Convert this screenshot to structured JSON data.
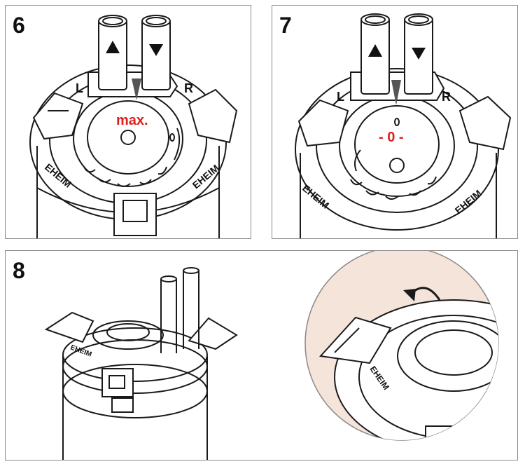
{
  "colors": {
    "marker_red": "#e0201c",
    "zoom_bg": "#f5e4da",
    "line": "#1a1a1a"
  },
  "panel6": {
    "step": "6",
    "label_left": "L",
    "label_right": "R",
    "dial_text": "max.",
    "brand_left": "EHEIM",
    "brand_right": "EHEIM"
  },
  "panel7": {
    "step": "7",
    "label_left": "L",
    "label_right": "R",
    "dial_text": "- 0 -",
    "brand_left": "EHEIM",
    "brand_right": "EHEIM"
  },
  "panel8": {
    "step": "8",
    "brand": "EHEIM",
    "brand_zoom": "EHEIM",
    "rotation_arrow": "curved-arrow-icon"
  }
}
